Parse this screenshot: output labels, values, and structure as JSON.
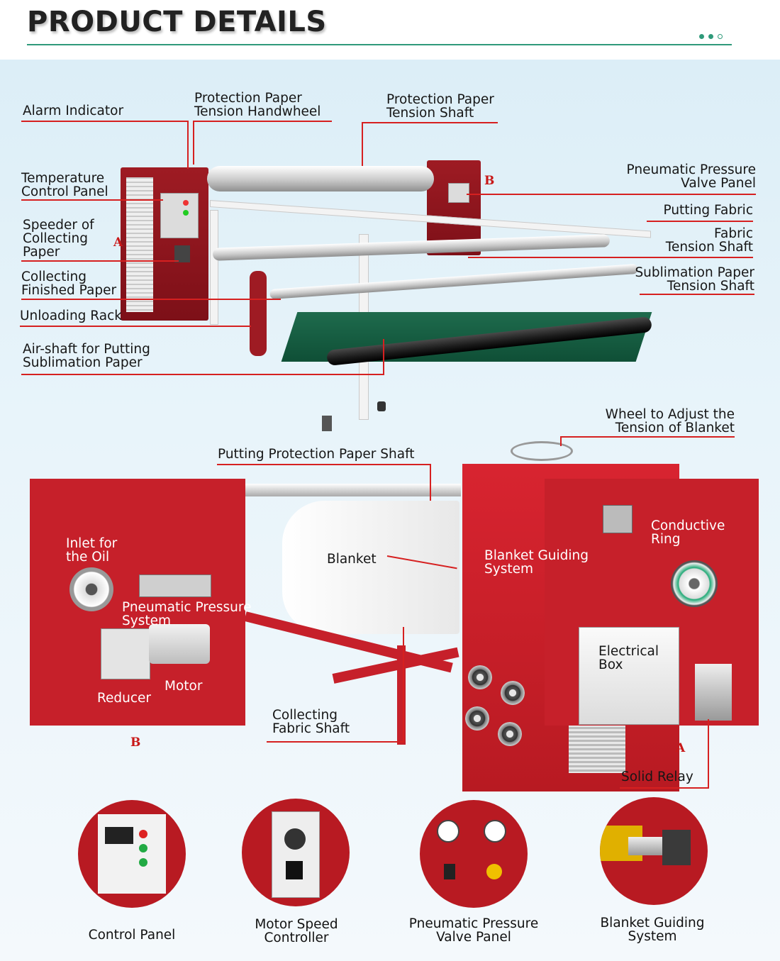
{
  "header": {
    "title": "PRODUCT DETAILS"
  },
  "machine_top": {
    "labels": {
      "alarm_indicator": "Alarm Indicator",
      "protection_paper_tension_handwheel": "Protection Paper\nTension Handwheel",
      "protection_paper_tension_shaft": "Protection Paper\nTension Shaft",
      "temperature_control_panel": "Temperature\nControl Panel",
      "speeder_of_collecting_paper": "Speeder of\nCollecting\nPaper",
      "collecting_finished_paper": "Collecting\nFinished Paper",
      "unloading_rack": "Unloading Rack",
      "air_shaft": "Air-shaft for Putting\nSublimation Paper",
      "pneumatic_pressure_valve_panel": "Pneumatic Pressure\nValve Panel",
      "putting_fabric": "Putting Fabric",
      "fabric_tension_shaft": "Fabric\nTension Shaft",
      "sublimation_paper_tension_shaft": "Sublimation Paper\nTension Shaft"
    },
    "markers": {
      "a": "A",
      "b": "B"
    }
  },
  "machine_bottom": {
    "labels": {
      "wheel_adjust_tension": "Wheel to Adjust the\nTension of Blanket",
      "putting_protection_paper_shaft": "Putting Protection Paper Shaft",
      "inlet_for_oil": "Inlet for\nthe Oil",
      "pneumatic_pressure_system": "Pneumatic Pressure\nSystem",
      "motor": "Motor",
      "reducer": "Reducer",
      "blanket": "Blanket",
      "blanket_guiding_system": "Blanket Guiding\nSystem",
      "conductive_ring": "Conductive\nRing",
      "electrical_box": "Electrical\nBox",
      "collecting_fabric_shaft": "Collecting\nFabric Shaft",
      "solid_relay": "Solid Relay"
    },
    "markers": {
      "a": "A",
      "b": "B"
    }
  },
  "components": [
    {
      "label": "Control Panel"
    },
    {
      "label": "Motor Speed\nController"
    },
    {
      "label": "Pneumatic Pressure\nValve Panel"
    },
    {
      "label": "Blanket Guiding\nSystem"
    }
  ],
  "colors": {
    "accent": "#2f9a7a",
    "leader": "#d62020",
    "machine_red": "#c6202a",
    "belt_green": "#1e6b4d"
  }
}
